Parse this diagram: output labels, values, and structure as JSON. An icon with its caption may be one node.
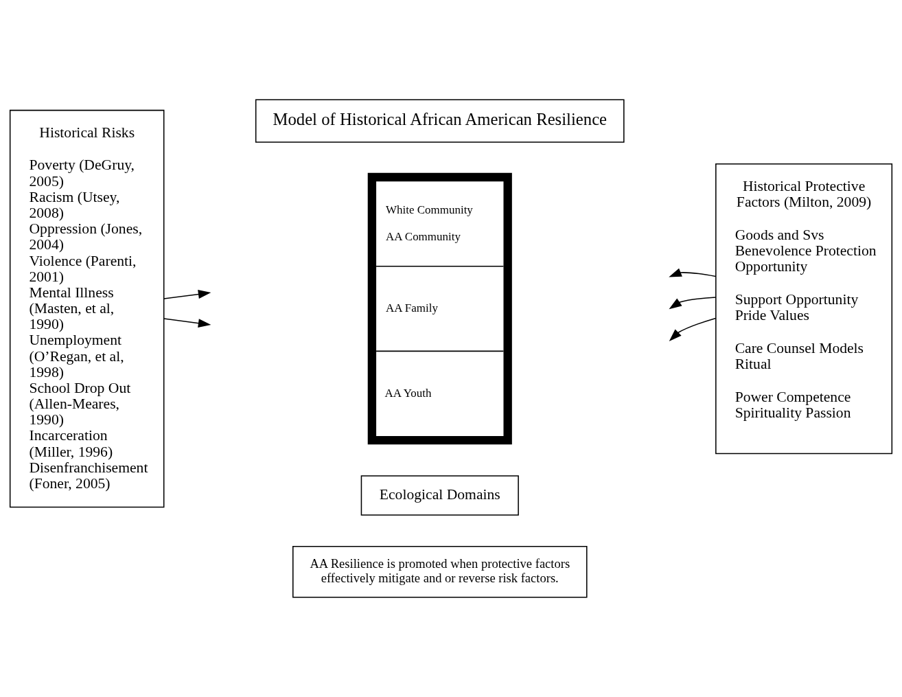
{
  "diagram": {
    "nodes": [
      {
        "text": [
          "Model of Historical African American Resilience"
        ]
      },
      {
        "text": [
          "Historical Risks",
          "Poverty (DeGruy, 2005)",
          "Racism (Utsey, 2008)",
          "Oppression (Jones, 2004)",
          "Violence (Parenti, 2001)",
          "Mental Illness (Masten, et al, 1990)",
          "Unemployment (O’Regan, et al, 1998)",
          "School Drop Out (Allen-Meares, 1990)",
          "Incarceration (Miller, 1996)",
          "Disenfranchisement (Foner, 2005)"
        ]
      },
      {
        "text": [
          "White Community",
          "AA Community",
          "AA Family",
          "AA Youth"
        ]
      },
      {
        "text": [
          "Ecological Domains"
        ]
      },
      {
        "text": [
          "Historical Protective Factors (Milton, 2009)",
          "Goods and Svs Benevolence Protection Opportunity",
          "Support Opportunity Pride Values",
          "Care Counsel Models Ritual",
          "Power Competence Spirituality Passion"
        ]
      },
      {
        "text": [
          "AA Resilience is promoted when protective factors effectively mitigate and or reverse risk factors."
        ]
      }
    ],
    "edges": [
      {
        "from": 1,
        "to": null,
        "arrow": "to"
      },
      {
        "from": 1,
        "to": null,
        "arrow": "to"
      },
      {
        "from": 4,
        "to": null,
        "arrow": "to"
      },
      {
        "from": 4,
        "to": null,
        "arrow": "to"
      },
      {
        "from": 4,
        "to": null,
        "arrow": "to"
      }
    ]
  }
}
